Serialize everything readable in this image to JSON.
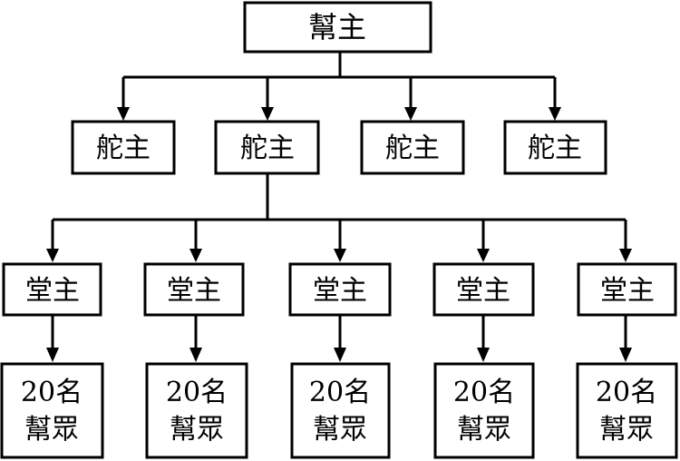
{
  "root": {
    "label": "幫主"
  },
  "level2": [
    {
      "label": "舵主"
    },
    {
      "label": "舵主"
    },
    {
      "label": "舵主"
    },
    {
      "label": "舵主"
    }
  ],
  "level3": [
    {
      "label": "堂主"
    },
    {
      "label": "堂主"
    },
    {
      "label": "堂主"
    },
    {
      "label": "堂主"
    },
    {
      "label": "堂主"
    }
  ],
  "level4": [
    {
      "line1": "20名",
      "line2": "幫眾"
    },
    {
      "line1": "20名",
      "line2": "幫眾"
    },
    {
      "line1": "20名",
      "line2": "幫眾"
    },
    {
      "line1": "20名",
      "line2": "幫眾"
    },
    {
      "line1": "20名",
      "line2": "幫眾"
    }
  ]
}
